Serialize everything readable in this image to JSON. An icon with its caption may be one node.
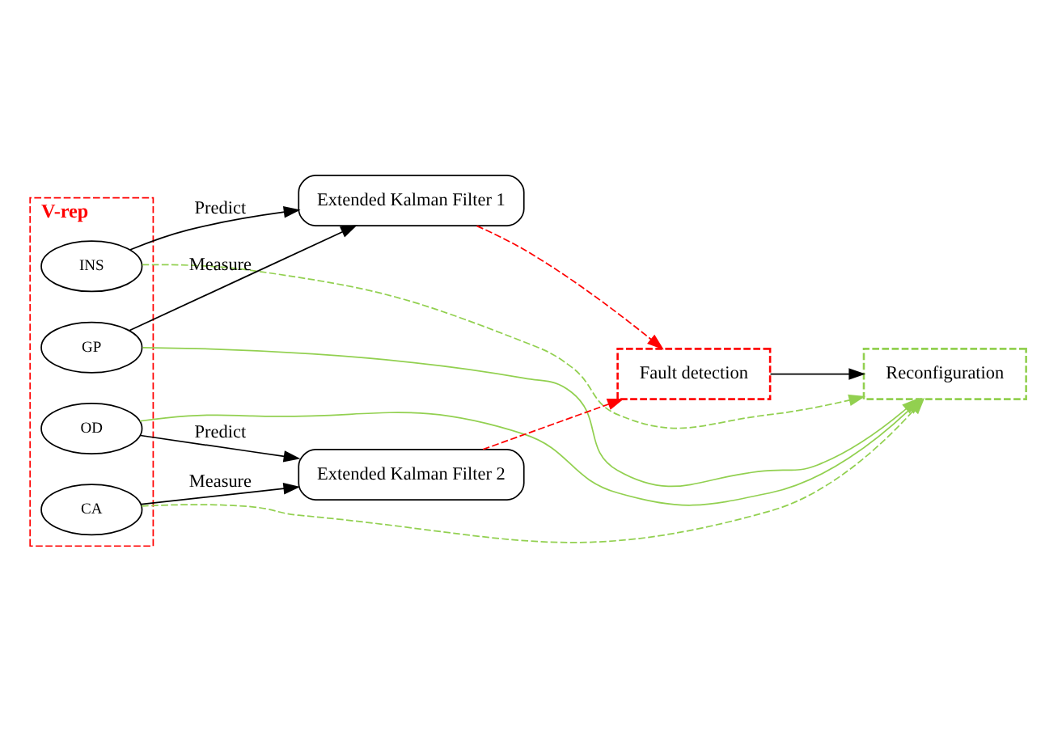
{
  "diagram": {
    "nodes": [
      {
        "text": [
          "V-rep"
        ]
      },
      {
        "text": [
          "INS"
        ],
        "in": 0
      },
      {
        "text": [
          "GP"
        ],
        "in": 0
      },
      {
        "text": [
          "OD"
        ],
        "in": 0
      },
      {
        "text": [
          "CA"
        ],
        "in": 0
      },
      {
        "text": [
          "Extended Kalman Filter 1"
        ]
      },
      {
        "text": [
          "Reconfiguration"
        ]
      },
      {
        "text": [
          "Fault detection"
        ]
      },
      {
        "text": [
          "Extended Kalman Filter 2"
        ]
      }
    ],
    "edges": [
      {
        "from": 1,
        "to": 5,
        "arrow": "to",
        "label": "Predict"
      },
      {
        "from": 2,
        "to": 5,
        "arrow": "to",
        "label": "Measure"
      },
      {
        "from": 3,
        "to": 8,
        "arrow": "to",
        "label": "Predict"
      },
      {
        "from": 4,
        "to": 8,
        "arrow": "to",
        "label": "Measure"
      },
      {
        "from": 5,
        "to": 7,
        "arrow": "to",
        "style": "dashed",
        "color": "#ff0000"
      },
      {
        "from": 8,
        "to": 7,
        "arrow": "to",
        "style": "dashed",
        "color": "#ff0000"
      },
      {
        "from": 7,
        "to": 6,
        "arrow": "to"
      },
      {
        "from": 1,
        "to": 6,
        "arrow": "to",
        "style": "dashed",
        "color": "#92d050"
      },
      {
        "from": 2,
        "to": 6,
        "arrow": "to",
        "color": "#92d050"
      },
      {
        "from": 3,
        "to": 6,
        "arrow": "to",
        "color": "#92d050"
      },
      {
        "from": 4,
        "to": 6,
        "arrow": "to",
        "style": "dashed",
        "color": "#92d050"
      }
    ]
  }
}
